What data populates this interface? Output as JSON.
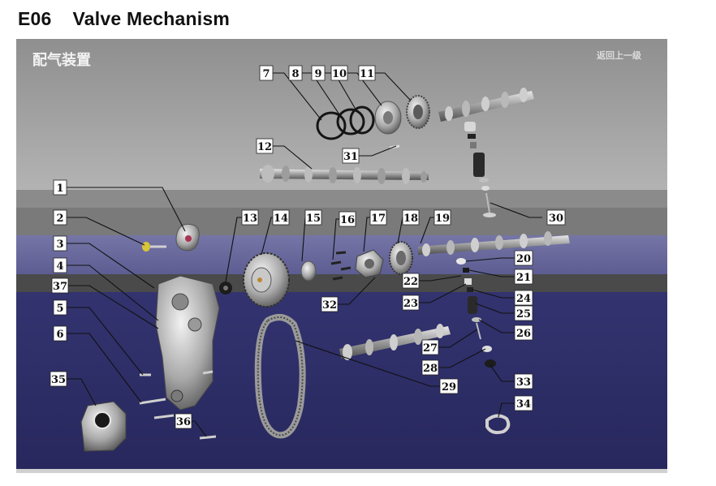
{
  "page": {
    "code": "E06",
    "title": "Valve Mechanism"
  },
  "diagram": {
    "header_cn": "配气装置",
    "back_link_cn": "返回上一级",
    "colors": {
      "band_top": "#9d9d9d",
      "band_mid": "#6b6b9c",
      "band_bottom": "#2d2d68",
      "outer_frame": "#bdbdbd"
    },
    "callouts": [
      "1",
      "2",
      "3",
      "4",
      "5",
      "6",
      "7",
      "8",
      "9",
      "10",
      "11",
      "12",
      "13",
      "14",
      "15",
      "16",
      "17",
      "18",
      "19",
      "20",
      "21",
      "22",
      "23",
      "24",
      "25",
      "26",
      "27",
      "28",
      "29",
      "30",
      "31",
      "32",
      "33",
      "34",
      "35",
      "36",
      "37"
    ]
  }
}
